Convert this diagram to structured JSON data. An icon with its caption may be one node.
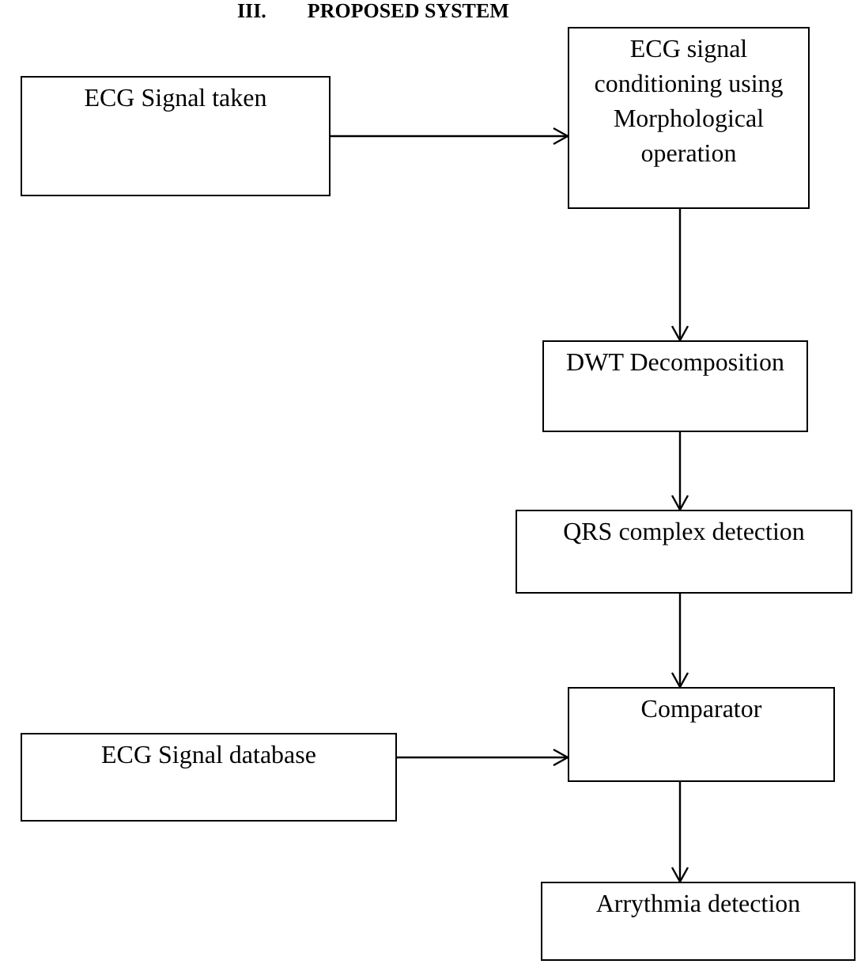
{
  "diagram": {
    "title": "III.        PROPOSED SYSTEM",
    "nodes": [
      {
        "text": [
          "ECG Signal taken"
        ]
      },
      {
        "text": [
          "ECG signal conditioning using Morphological operation"
        ]
      },
      {
        "text": [
          "DWT Decomposition"
        ]
      },
      {
        "text": [
          "QRS complex detection"
        ]
      },
      {
        "text": [
          "ECG Signal database"
        ]
      },
      {
        "text": [
          "Comparator"
        ]
      },
      {
        "text": [
          "Arrythmia detection"
        ]
      }
    ],
    "edges": [
      {
        "from": 0,
        "to": 1,
        "arrow": "to"
      },
      {
        "from": 1,
        "to": 2,
        "arrow": "to"
      },
      {
        "from": 2,
        "to": 3,
        "arrow": "to"
      },
      {
        "from": 3,
        "to": 5,
        "arrow": "to"
      },
      {
        "from": 4,
        "to": 5,
        "arrow": "to"
      },
      {
        "from": 5,
        "to": 6,
        "arrow": "to"
      }
    ]
  }
}
